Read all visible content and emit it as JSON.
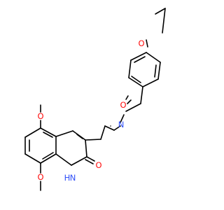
{
  "molecule": {
    "atoms": [
      {
        "id": "O_ether_top",
        "label": "O",
        "color": "#ff0d0d"
      },
      {
        "id": "O_amide",
        "label": "O",
        "color": "#ff0d0d"
      },
      {
        "id": "N_amide",
        "label": "N",
        "color": "#3050f8"
      },
      {
        "id": "O_methoxy_5",
        "label": "O",
        "color": "#ff0d0d"
      },
      {
        "id": "O_lactam",
        "label": "O",
        "color": "#ff0d0d"
      },
      {
        "id": "NH_ring",
        "label": "H",
        "color": "#3050f8"
      },
      {
        "id": "N_ring",
        "label": "N",
        "color": "#3050f8"
      },
      {
        "id": "O_methoxy_8",
        "label": "O",
        "color": "#ff0d0d"
      }
    ]
  }
}
